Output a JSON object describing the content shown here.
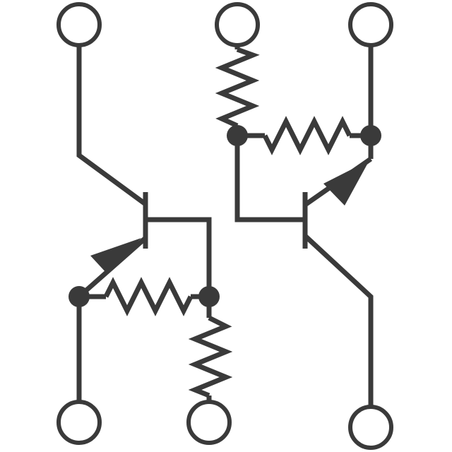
{
  "colors": {
    "background": "#ffffff",
    "stroke": "#3a3a3a",
    "terminal_fill": "#ffffff",
    "junction_fill": "#3a3a3a"
  },
  "components": {
    "transistors": [
      {
        "name": "npn-transistor-left",
        "type": "NPN"
      },
      {
        "name": "pnp-transistor-right",
        "type": "PNP"
      }
    ],
    "resistors": [
      {
        "name": "resistor-left-horizontal"
      },
      {
        "name": "resistor-left-vertical"
      },
      {
        "name": "resistor-right-vertical"
      },
      {
        "name": "resistor-right-horizontal"
      }
    ],
    "terminal_count": 6,
    "junction_count": 4
  }
}
